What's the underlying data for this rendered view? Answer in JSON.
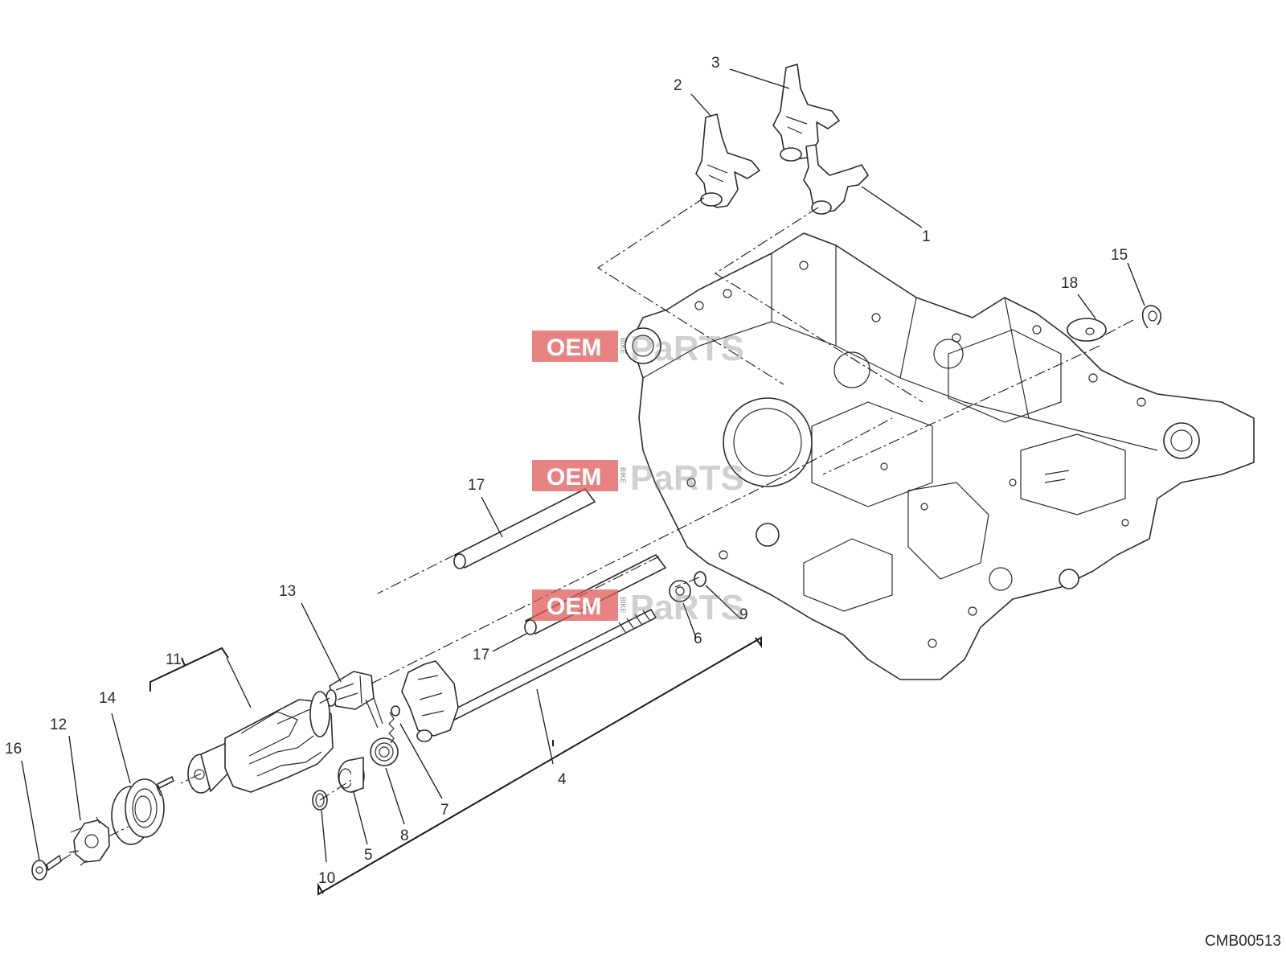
{
  "diagram": {
    "callouts": [
      "1",
      "2",
      "3",
      "4",
      "5",
      "6",
      "7",
      "8",
      "9",
      "10",
      "11",
      "12",
      "13",
      "14",
      "15",
      "16",
      "17",
      "17",
      "18"
    ],
    "drawing_code": "CMB00513"
  },
  "watermark": {
    "brand": "OEM",
    "sub": "BIKE",
    "parts": "PaRTS",
    "color": "#e05a5a"
  }
}
